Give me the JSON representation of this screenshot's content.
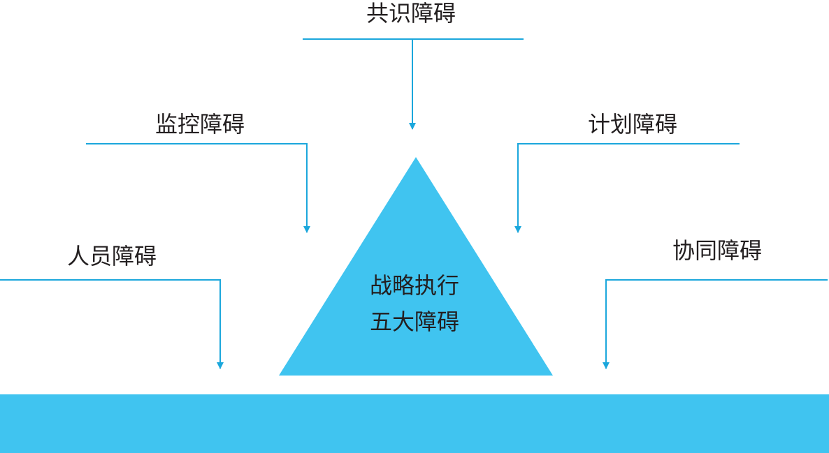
{
  "colors": {
    "accent": "#40c4f0",
    "line": "#1ba7dc",
    "text": "#231f20"
  },
  "center": {
    "line1": "战略执行",
    "line2": "五大障碍"
  },
  "barriers": {
    "consensus": "共识障碍",
    "monitoring": "监控障碍",
    "planning": "计划障碍",
    "personnel": "人员障碍",
    "collaboration": "协同障碍"
  }
}
